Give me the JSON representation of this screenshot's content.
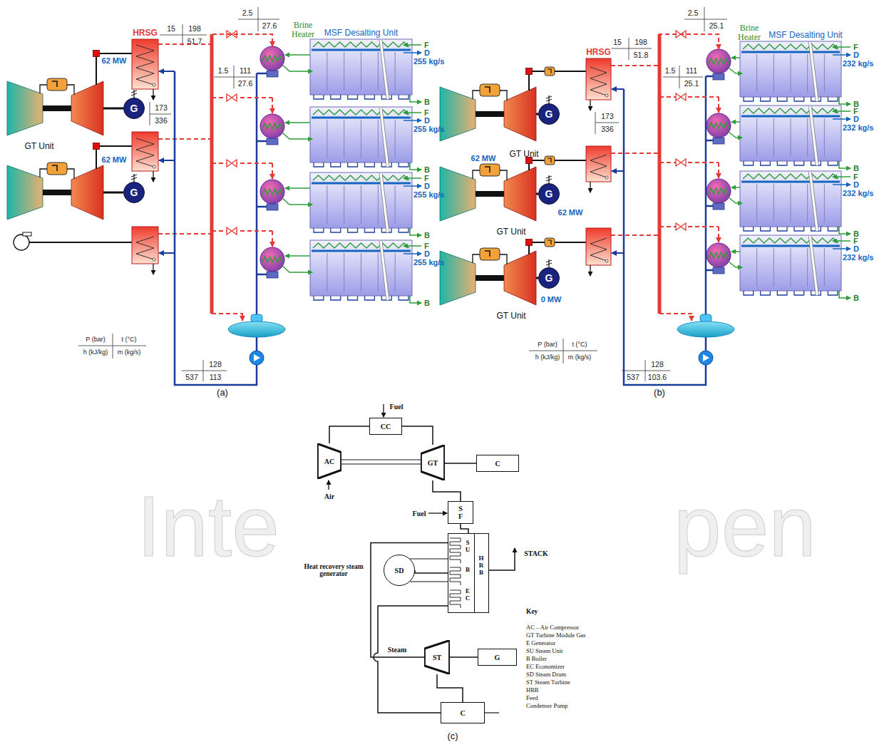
{
  "diagram": {
    "nodes": [
      {
        "text": [
          "HRSG"
        ]
      },
      {
        "text": [
          "G"
        ]
      },
      {
        "text": [
          "G"
        ]
      },
      {
        "text": [
          "Brine Heater"
        ]
      },
      {
        "text": [
          "MSF Desalting Unit"
        ]
      },
      {
        "text": [
          "HRSG"
        ]
      },
      {
        "text": [
          "G"
        ]
      },
      {
        "text": [
          "G"
        ]
      },
      {
        "text": [
          "G"
        ]
      },
      {
        "text": [
          "Brine Heater"
        ]
      },
      {
        "text": [
          "MSF Desalting Unit"
        ]
      },
      {
        "text": [
          "CC"
        ]
      },
      {
        "text": [
          "AC"
        ]
      },
      {
        "text": [
          "GT"
        ]
      },
      {
        "text": [
          "C"
        ]
      },
      {
        "text": [
          "S F"
        ]
      },
      {
        "text": [
          "S U",
          "B",
          "E C",
          "H R B"
        ]
      },
      {
        "text": [
          "SD"
        ]
      },
      {
        "text": [
          "ST"
        ]
      },
      {
        "text": [
          "G"
        ]
      },
      {
        "text": [
          "C"
        ]
      }
    ],
    "edges": [
      {
        "from": 0,
        "to": 3,
        "arrow": "to"
      },
      {
        "from": 5,
        "to": 9,
        "arrow": "to"
      },
      {
        "from": 12,
        "to": 11,
        "arrow": "none"
      },
      {
        "from": 11,
        "to": 13,
        "arrow": "none"
      },
      {
        "from": 13,
        "to": 14,
        "arrow": "none"
      },
      {
        "from": 13,
        "to": 15,
        "arrow": "none"
      },
      {
        "from": 15,
        "to": 16,
        "arrow": "none"
      },
      {
        "from": 16,
        "to": 18,
        "label": "Steam",
        "arrow": "none"
      },
      {
        "from": 18,
        "to": 19,
        "arrow": "none"
      },
      {
        "from": 18,
        "to": 20,
        "arrow": "none"
      },
      {
        "from": 17,
        "to": 16,
        "arrow": "none"
      }
    ],
    "labels": [
      "15",
      "198",
      "51.7",
      "62 MW",
      "173",
      "336",
      "2.5",
      "27.6",
      "1.5",
      "111",
      "27.6",
      "62 MW",
      "F",
      "D",
      "255 kg/s",
      "B",
      "F",
      "D",
      "255 kg/s",
      "B",
      "F",
      "D",
      "255 kg/s",
      "B",
      "F",
      "D",
      "255 kg/s",
      "B",
      "GT Unit",
      "P (bar)",
      "t (°C)",
      "h (kJ/kg)",
      "m (kg/s)",
      "128",
      "537",
      "113",
      "(a)",
      "15",
      "198",
      "51.8",
      "173",
      "336",
      "2.5",
      "25.1",
      "1.5",
      "111",
      "25.1",
      "62 MW",
      "62 MW",
      "0 MW",
      "GT Unit",
      "GT Unit",
      "GT Unit",
      "F",
      "D",
      "232 kg/s",
      "B",
      "F",
      "D",
      "232 kg/s",
      "B",
      "F",
      "D",
      "232 kg/s",
      "B",
      "F",
      "D",
      "232 kg/s",
      "B",
      "P (bar)",
      "t (°C)",
      "h (kJ/kg)",
      "m (kg/s)",
      "128",
      "537",
      "103.6",
      "(b)",
      "Fuel",
      "Air",
      "Fuel",
      "STACK",
      "Heat recovery steam generator",
      "Key",
      "AC – Air Compressor",
      "GT Turbine Module Gas",
      "E Generator",
      "SU Steam Unit",
      "B Boiler",
      "EC Economizer",
      "SD Steam Drum",
      "ST Steam Turbine",
      "HRB",
      "Feed",
      "Condenser Pump",
      "(c)",
      "Inte",
      "pen"
    ]
  }
}
